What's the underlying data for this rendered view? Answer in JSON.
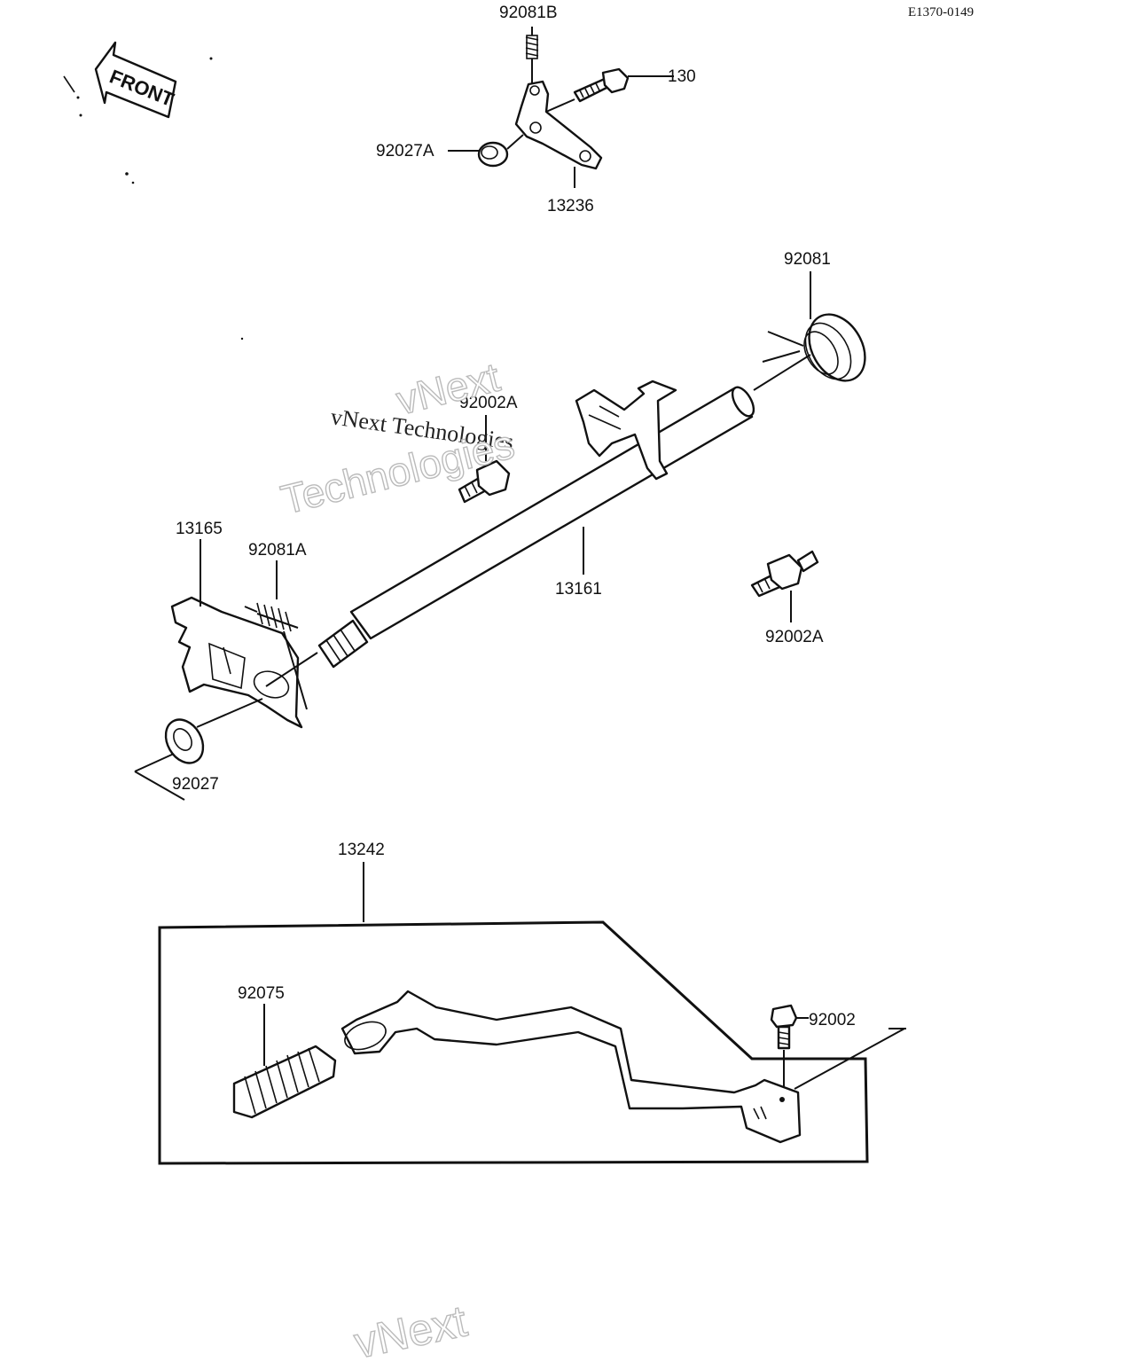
{
  "diagram_code": "E1370-0149",
  "front_label": "FRONT",
  "watermark": {
    "line1": "vNext Technologies",
    "line2": "vNext",
    "line3": "Technologies",
    "bottom": "vNext"
  },
  "part_labels": {
    "p92081B": "92081B",
    "p130": "130",
    "p92027A": "92027A",
    "p13236": "13236",
    "p92081": "92081",
    "p92002A_top": "92002A",
    "p13165": "13165",
    "p92081A": "92081A",
    "p13161": "13161",
    "p92002A_right": "92002A",
    "p92027": "92027",
    "p13242": "13242",
    "p92075": "92075",
    "p92002": "92002"
  }
}
